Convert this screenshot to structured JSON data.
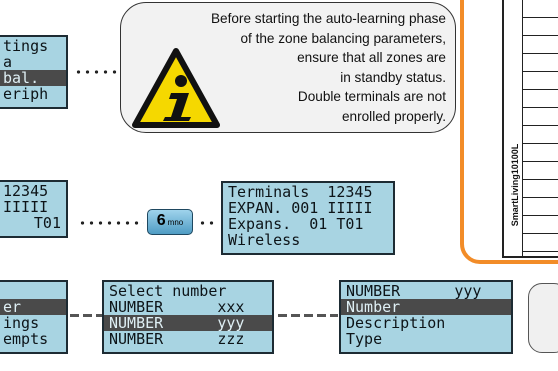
{
  "lcd_top_left": {
    "rows": [
      "tings",
      "a",
      "bal.",
      "eriph"
    ]
  },
  "lcd_mid_left": {
    "rows": [
      "12345",
      "IIIII",
      "T01"
    ]
  },
  "lcd_mid_right": {
    "rows": [
      "Terminals  12345",
      "EXPAN. 001 IIIII",
      "Expans.  01 T01",
      "Wireless"
    ]
  },
  "lcd_bot_left": {
    "rows": [
      "",
      "er",
      "ings",
      "empts"
    ]
  },
  "lcd_bot_mid": {
    "rows": [
      "Select number",
      "NUMBER      xxx",
      "NUMBER      yyy",
      "NUMBER      zzz"
    ]
  },
  "lcd_bot_right": {
    "rows": [
      "NUMBER      yyy",
      "Number",
      "Description",
      "Type"
    ]
  },
  "callout": {
    "lines": [
      "Before starting the auto-learning phase",
      "of the zone balancing parameters,",
      "ensure that all zones are",
      "in standby status.",
      "Double terminals are not",
      "enrolled properly."
    ]
  },
  "key": {
    "digit": "6",
    "letters": "mno"
  },
  "device": {
    "label": "SmartLiving10100L"
  },
  "colors": {
    "lcd_bg": "#a8d4e2",
    "lcd_highlight": "#4a4a4a",
    "frame_orange": "#f28c28",
    "warning_yellow": "#f5d800"
  },
  "icons": {
    "warning": "warning-info-icon"
  }
}
